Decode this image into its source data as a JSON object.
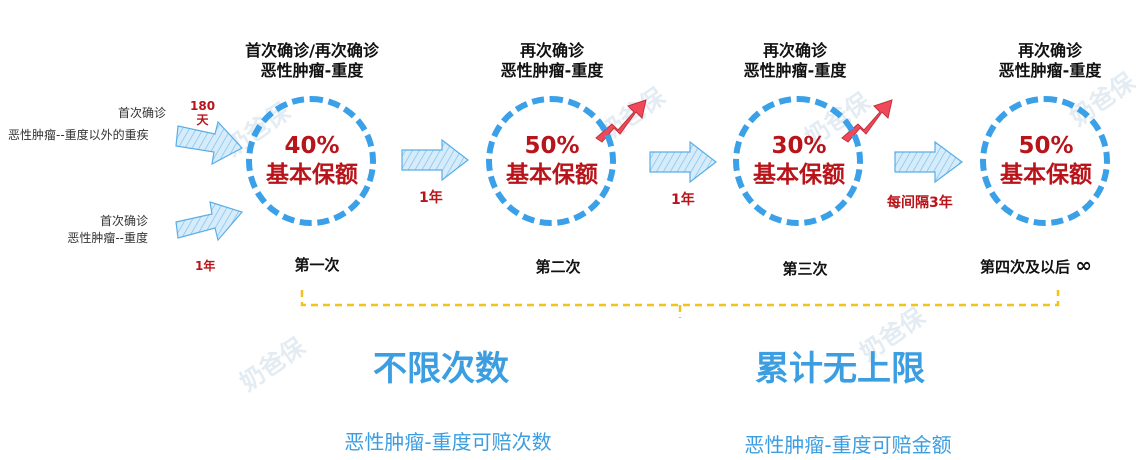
{
  "watermark": "奶爸保",
  "stages": [
    {
      "title_line1": "首次确诊/再次确诊",
      "title_line2": "恶性肿瘤-重度",
      "percent": "40%",
      "coverage": "基本保额",
      "occurrence": "第一次"
    },
    {
      "title_line1": "再次确诊",
      "title_line2": "恶性肿瘤-重度",
      "percent": "50%",
      "coverage": "基本保额",
      "occurrence": "第二次"
    },
    {
      "title_line1": "再次确诊",
      "title_line2": "恶性肿瘤-重度",
      "percent": "30%",
      "coverage": "基本保额",
      "occurrence": "第三次"
    },
    {
      "title_line1": "再次确诊",
      "title_line2": "恶性肿瘤-重度",
      "percent": "50%",
      "coverage": "基本保额",
      "occurrence": "第四次及以后",
      "infinity": "∞"
    }
  ],
  "entry_top": {
    "line1": "首次确诊",
    "line2": "恶性肿瘤--重度以外的重疾",
    "interval_num": "180",
    "interval_unit": "天"
  },
  "entry_bottom": {
    "line1": "首次确诊",
    "line2": "恶性肿瘤--重度",
    "interval": "1年"
  },
  "intervals": [
    "1年",
    "1年",
    "每间隔3年"
  ],
  "summary": {
    "left_title": "不限次数",
    "right_title": "累计无上限",
    "left_sub": "恶性肿瘤-重度可赔次数",
    "right_sub": "恶性肿瘤-重度可赔金额"
  },
  "colors": {
    "circle": "#3aa0e8",
    "red_text": "#b8141a",
    "blue_text": "#3c9ee0",
    "bracket": "#f0c419",
    "arrow": "#bfe0f7",
    "arrow_stroke": "#5aaee6",
    "up_arrow": "#f04a5a"
  }
}
